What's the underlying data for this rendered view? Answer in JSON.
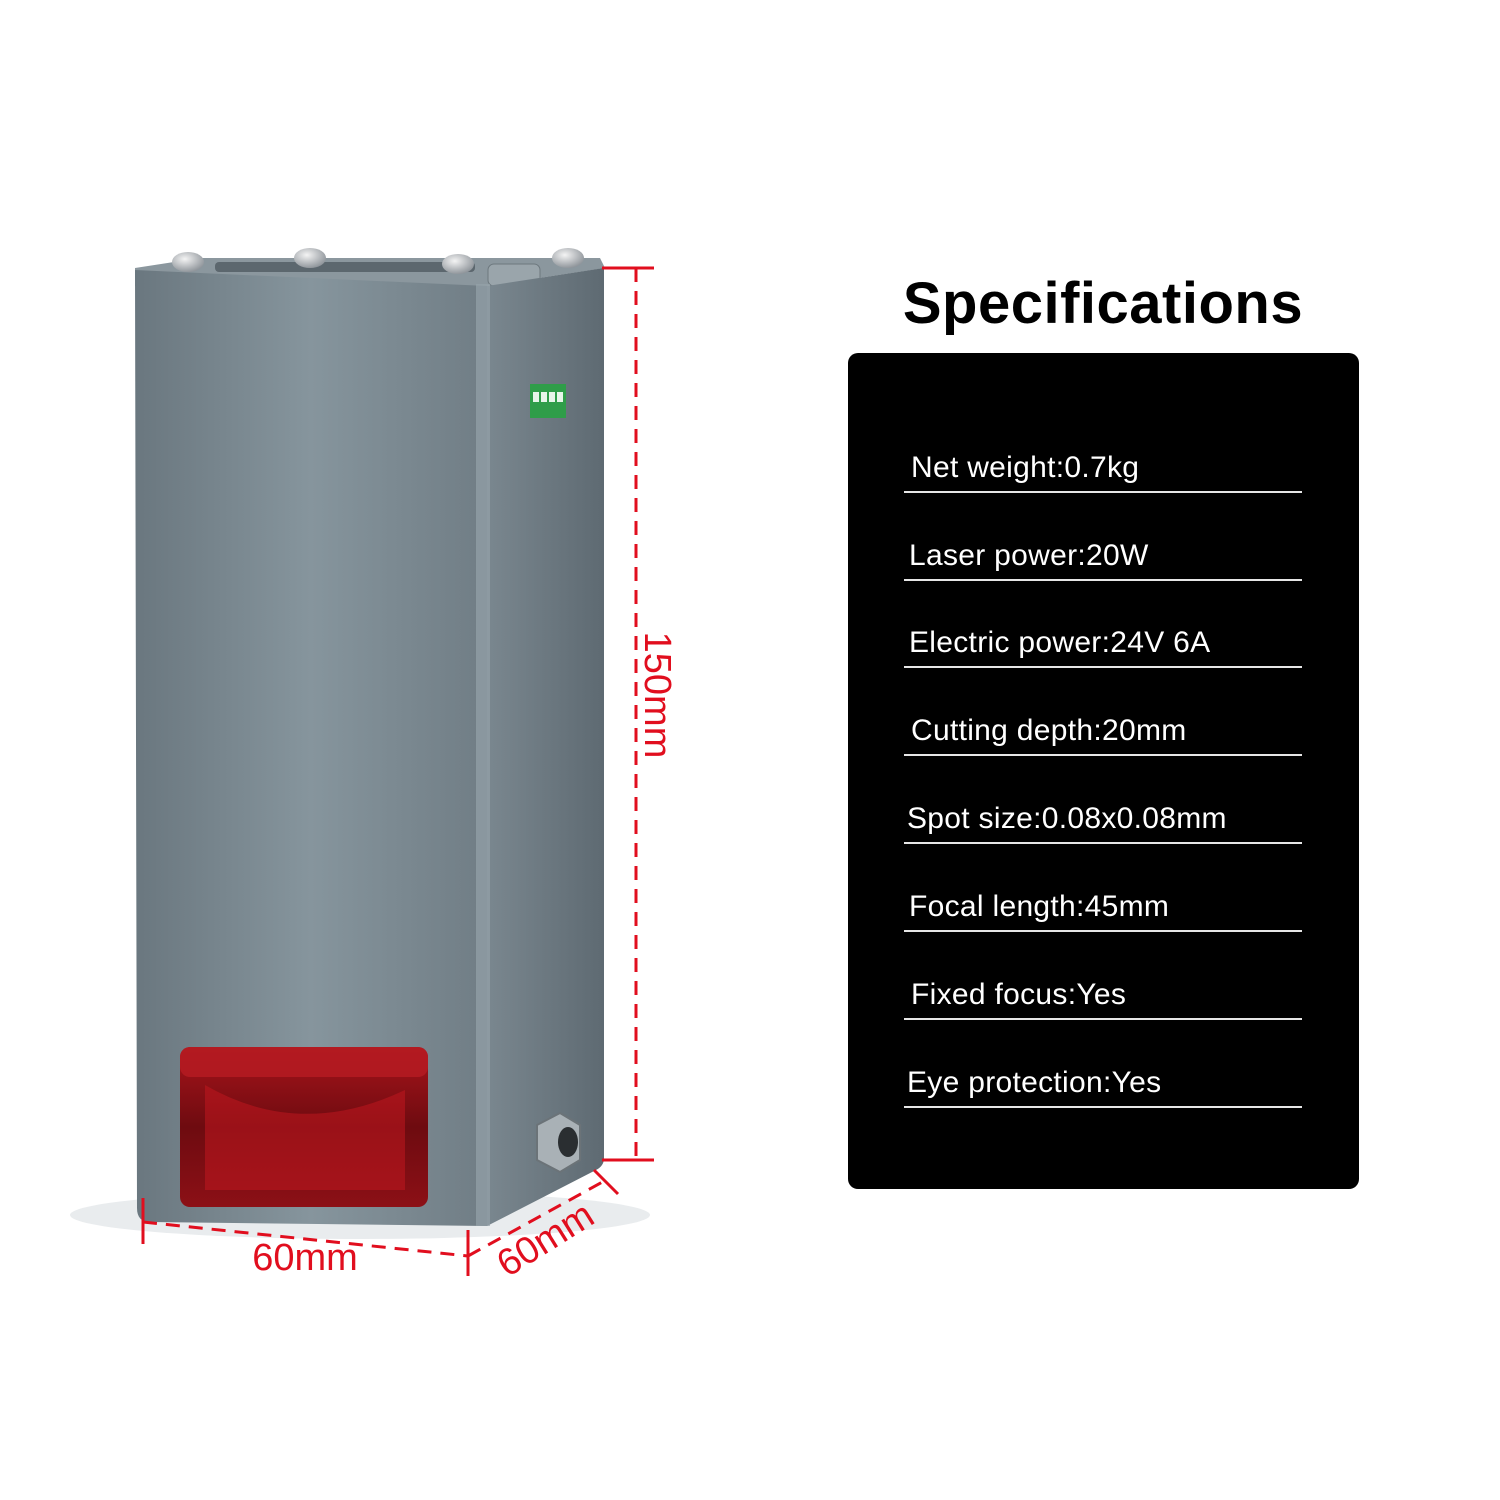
{
  "title": "Specifications",
  "specs": [
    {
      "label": "Net weight:0.7kg"
    },
    {
      "label": "Laser power:20W"
    },
    {
      "label": "Electric power:24V 6A"
    },
    {
      "label": "Cutting depth:20mm"
    },
    {
      "label": "Spot size:0.08x0.08mm"
    },
    {
      "label": "Focal length:45mm"
    },
    {
      "label": "Fixed focus:Yes"
    },
    {
      "label": "Eye protection:Yes"
    }
  ],
  "dimensions": {
    "height": "150mm",
    "width": "60mm",
    "depth": "60mm"
  },
  "colors": {
    "dimension_red": "#e10e1e",
    "panel_black": "#000000",
    "body_gray": "#6f7d85"
  }
}
